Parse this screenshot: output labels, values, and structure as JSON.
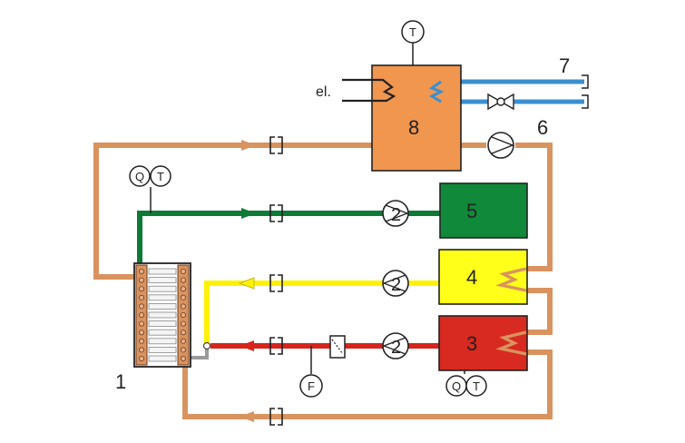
{
  "colors": {
    "copper": "#d9935f",
    "copper_dark": "#8a4a25",
    "green": "#0e7a36",
    "yellow": "#fff200",
    "red": "#d6251c",
    "blue": "#3a8fd0",
    "tank8": "#f0964f",
    "tank5": "#108a3a",
    "tank4": "#ffff1a",
    "tank3": "#d82a20",
    "gray": "#9a9a9a"
  },
  "labels": {
    "collector": "1",
    "tank3": "3",
    "tank4": "4",
    "tank5": "5",
    "pump6": "6",
    "dhw7": "7",
    "tank8": "8",
    "electric": "el.",
    "sensor_t_top": "T",
    "sensor_q_left": "Q",
    "sensor_t_left": "T",
    "sensor_q_bottom": "Q",
    "sensor_t_bottom": "T",
    "flow_f": "F",
    "pump_5": "2",
    "pump_4": "2",
    "pump_3": "2"
  }
}
